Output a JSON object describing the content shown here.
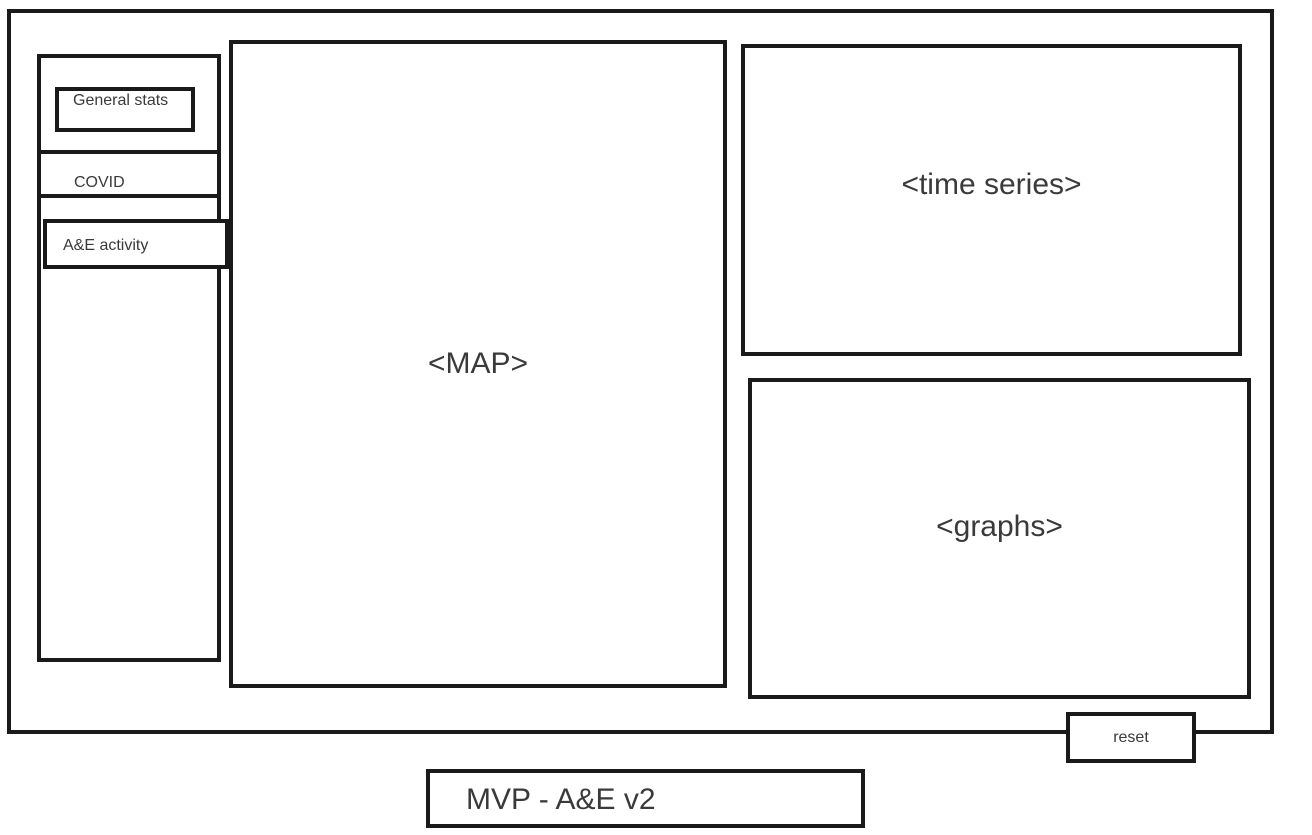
{
  "sidebar": {
    "items": [
      {
        "label": "General stats"
      },
      {
        "label": "COVID"
      },
      {
        "label": "A&E activity"
      }
    ]
  },
  "panels": {
    "map_label": "<MAP>",
    "time_series_label": "<time series>",
    "graphs_label": "<graphs>"
  },
  "controls": {
    "reset_label": "reset"
  },
  "caption": {
    "title": "MVP - A&E v2"
  }
}
